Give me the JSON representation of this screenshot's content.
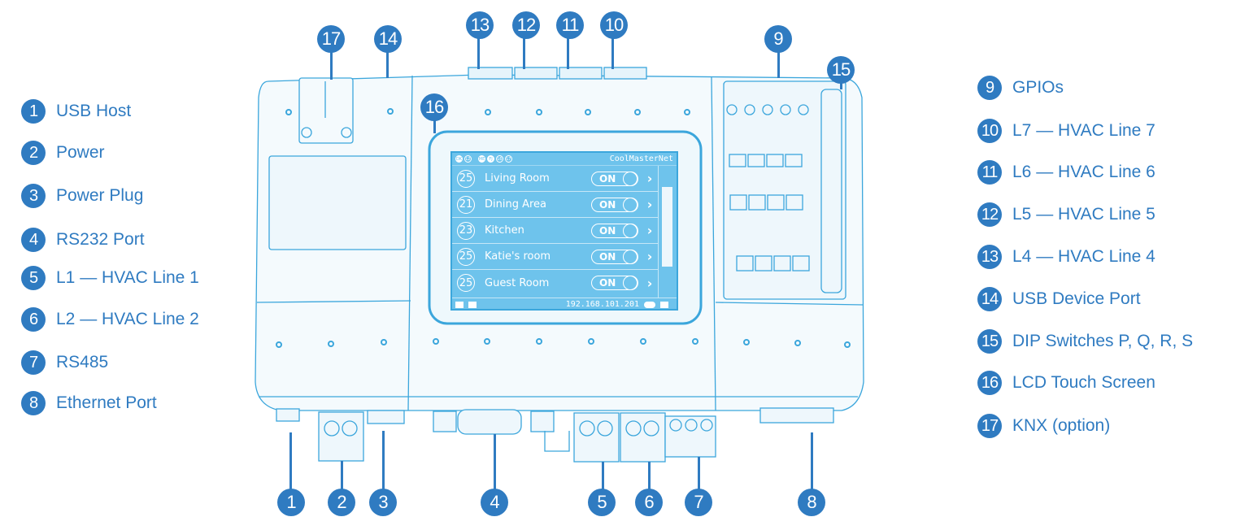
{
  "colors": {
    "accent": "#2f7bc1",
    "device_line": "#3ba6dc",
    "lcd": "#6ec3ec"
  },
  "legend_left": [
    {
      "num": "1",
      "label": "USB Host"
    },
    {
      "num": "2",
      "label": "Power"
    },
    {
      "num": "3",
      "label": "Power Plug"
    },
    {
      "num": "4",
      "label": "RS232 Port"
    },
    {
      "num": "5",
      "label": "L1 — HVAC Line 1"
    },
    {
      "num": "6",
      "label": "L2 — HVAC Line 2"
    },
    {
      "num": "7",
      "label": "RS485"
    },
    {
      "num": "8",
      "label": "Ethernet Port"
    }
  ],
  "legend_right": [
    {
      "num": "9",
      "label": "GPIOs"
    },
    {
      "num": "10",
      "label": "L7 — HVAC Line 7"
    },
    {
      "num": "11",
      "label": "L6 — HVAC Line 6"
    },
    {
      "num": "12",
      "label": "L5 — HVAC Line 5"
    },
    {
      "num": "13",
      "label": "L4 — HVAC Line 4"
    },
    {
      "num": "14",
      "label": "USB Device Port"
    },
    {
      "num": "15",
      "label": "DIP Switches P, Q, R, S"
    },
    {
      "num": "16",
      "label": "LCD Touch Screen"
    },
    {
      "num": "17",
      "label": "KNX (option)"
    }
  ],
  "callouts": {
    "c1": "1",
    "c2": "2",
    "c3": "3",
    "c4": "4",
    "c5": "5",
    "c6": "6",
    "c7": "7",
    "c8": "8",
    "c9": "9",
    "c10": "10",
    "c11": "11",
    "c12": "12",
    "c13": "13",
    "c14": "14",
    "c15": "15",
    "c16": "16",
    "c17": "17"
  },
  "lcd": {
    "brand": "CoolMasterNet",
    "status_dots": [
      {
        "label": "DK",
        "filled": true
      },
      {
        "label": "L2",
        "filled": false
      },
      {
        "label": "ME",
        "filled": true
      },
      {
        "label": "FJ",
        "filled": true
      },
      {
        "label": "L6",
        "filled": false
      },
      {
        "label": "L7",
        "filled": false
      }
    ],
    "rows": [
      {
        "temp": "25",
        "room": "Living Room",
        "state": "ON"
      },
      {
        "temp": "21",
        "room": "Dining Area",
        "state": "ON"
      },
      {
        "temp": "23",
        "room": "Kitchen",
        "state": "ON"
      },
      {
        "temp": "25",
        "room": "Katie's room",
        "state": "ON"
      },
      {
        "temp": "25",
        "room": "Guest Room",
        "state": "ON"
      }
    ],
    "chevron": "›",
    "ip": "192.168.101.201"
  }
}
